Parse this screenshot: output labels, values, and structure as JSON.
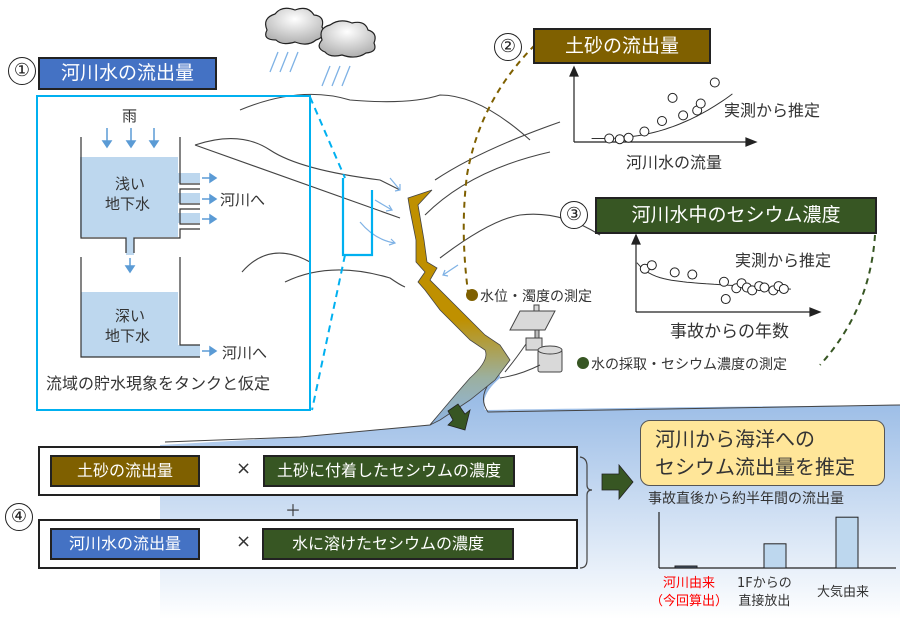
{
  "panel1": {
    "number": "①",
    "title": "河川水の流出量",
    "title_color": "#4472c4",
    "rain_label": "雨",
    "shallow_tank_label_line1": "浅い",
    "shallow_tank_label_line2": "地下水",
    "deep_tank_label_line1": "深い",
    "deep_tank_label_line2": "地下水",
    "to_river_label_upper": "河川へ",
    "to_river_label_lower": "河川へ",
    "caption": "流域の貯水現象をタンクと仮定"
  },
  "panel2": {
    "number": "②",
    "title": "土砂の流出量",
    "title_color": "#7f6000",
    "estimate_label": "実測から推定",
    "xlabel": "河川水の流量"
  },
  "panel3": {
    "number": "③",
    "title": "河川水中のセシウム濃度",
    "title_color": "#375623",
    "estimate_label": "実測から推定",
    "xlabel": "事故からの年数"
  },
  "measurements": {
    "water_level_turbidity": "水位・濁度の測定",
    "water_level_color": "#7f6000",
    "sampling_cesium": "水の採取・セシウム濃度の測定",
    "sampling_color": "#375623"
  },
  "panel4": {
    "number": "④",
    "row1": {
      "left": "土砂の流出量",
      "op": "×",
      "right": "土砂に付着したセシウムの濃度"
    },
    "plus": "＋",
    "row2": {
      "left": "河川水の流出量",
      "op": "×",
      "right": "水に溶けたセシウムの濃度"
    }
  },
  "result": {
    "title_line1": "河川から海洋への",
    "title_line2": "セシウム流出量を推定",
    "subtitle": "事故直後から約半年間の流出量"
  },
  "chart_data": [
    {
      "type": "scatter",
      "title": "土砂の流出量",
      "xlabel": "河川水の流量",
      "ylabel": "土砂の流出量",
      "annotation": "実測から推定",
      "points_relative": [
        [
          0.2,
          0.05
        ],
        [
          0.26,
          0.04
        ],
        [
          0.31,
          0.06
        ],
        [
          0.4,
          0.15
        ],
        [
          0.5,
          0.3
        ],
        [
          0.56,
          0.63
        ],
        [
          0.62,
          0.38
        ],
        [
          0.7,
          0.45
        ],
        [
          0.72,
          0.55
        ],
        [
          0.8,
          0.85
        ]
      ],
      "fit": "exponential-increase",
      "xlim": [
        0,
        1
      ],
      "ylim": [
        0,
        1
      ]
    },
    {
      "type": "scatter",
      "title": "河川水中のセシウム濃度",
      "xlabel": "事故からの年数",
      "ylabel": "セシウム濃度",
      "annotation": "実測から推定",
      "points_relative": [
        [
          0.05,
          0.6
        ],
        [
          0.09,
          0.65
        ],
        [
          0.22,
          0.55
        ],
        [
          0.32,
          0.52
        ],
        [
          0.5,
          0.42
        ],
        [
          0.51,
          0.18
        ],
        [
          0.57,
          0.33
        ],
        [
          0.6,
          0.4
        ],
        [
          0.63,
          0.34
        ],
        [
          0.66,
          0.3
        ],
        [
          0.7,
          0.36
        ],
        [
          0.73,
          0.34
        ],
        [
          0.78,
          0.3
        ],
        [
          0.81,
          0.36
        ],
        [
          0.84,
          0.32
        ]
      ],
      "fit": "decay",
      "xlim": [
        0,
        1
      ],
      "ylim": [
        0,
        1
      ]
    },
    {
      "type": "bar",
      "title": "事故直後から約半年間の流出量",
      "categories": [
        "河川由来（今回算出）",
        "1Fからの直接放出",
        "大気由来"
      ],
      "category_lines": [
        [
          "河川由来",
          "（今回算出）"
        ],
        [
          "1Fからの",
          "直接放出"
        ],
        [
          "大気由来",
          ""
        ]
      ],
      "category_colors": [
        "#ff0000",
        "#333333",
        "#333333"
      ],
      "values_relative": [
        0.02,
        0.4,
        0.84
      ],
      "ylim": [
        0,
        1
      ]
    }
  ]
}
